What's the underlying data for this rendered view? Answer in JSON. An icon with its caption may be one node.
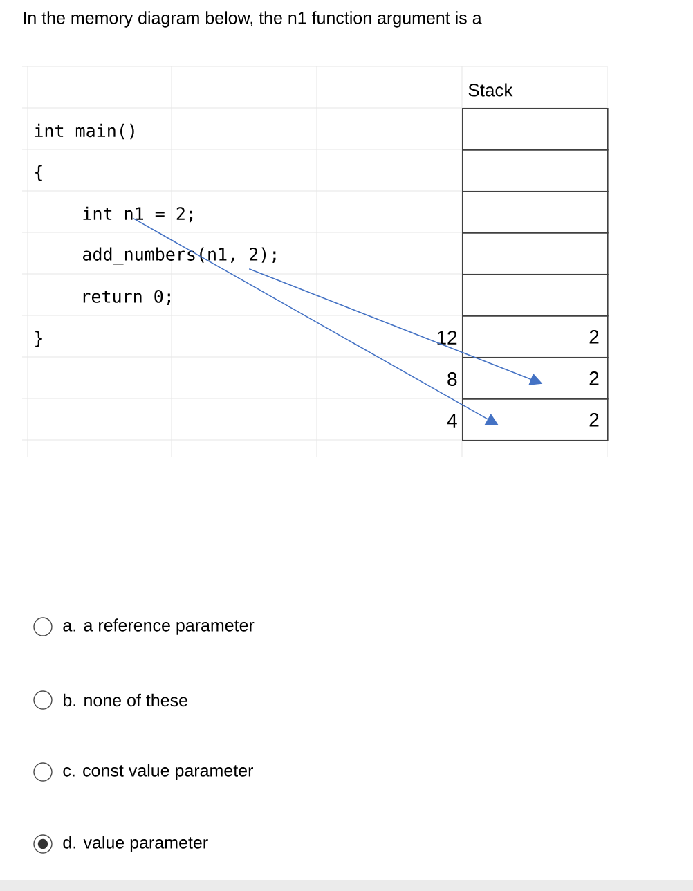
{
  "diagram": {
    "title": "In the memory diagram below, the n1 function argument is a",
    "nodes": [
      {
        "text": [],
        "shape": "box"
      },
      {
        "text": [],
        "shape": "box"
      },
      {
        "text": [],
        "shape": "box"
      },
      {
        "text": [],
        "shape": "box"
      },
      {
        "text": [],
        "shape": "box"
      },
      {
        "text": [
          "2"
        ],
        "beside": [
          "12"
        ]
      },
      {
        "text": [
          "2"
        ],
        "beside": [
          "8"
        ]
      },
      {
        "text": [
          "2"
        ],
        "beside": [
          "4"
        ]
      },
      {
        "text": [
          "int n1 = 2;"
        ]
      },
      {
        "text": [
          "add_numbers(n1, 2);"
        ]
      }
    ],
    "edges": [
      {
        "from": 8,
        "to": 7,
        "arrow": "to",
        "color": "#4472c4"
      },
      {
        "from": 9,
        "to": 6,
        "arrow": "to",
        "color": "#4472c4"
      }
    ],
    "labels": [
      "Stack",
      "int main()",
      "{",
      "return 0;",
      "}",
      "a. a reference parameter",
      "b. none of these",
      "c. const value parameter",
      "d. value parameter"
    ]
  }
}
